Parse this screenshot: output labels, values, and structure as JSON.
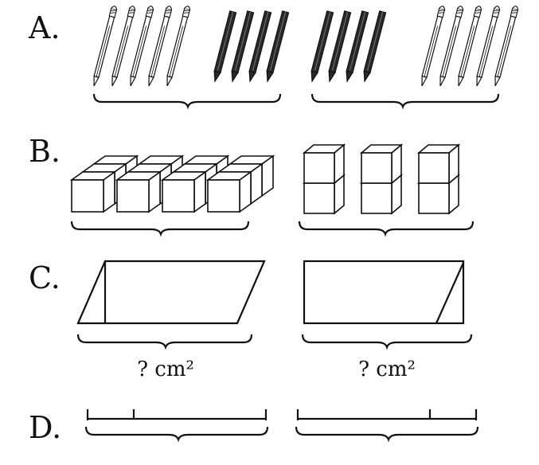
{
  "rows": [
    {
      "id": "A",
      "label": "A."
    },
    {
      "id": "B",
      "label": "B."
    },
    {
      "id": "C",
      "label": "C."
    },
    {
      "id": "D",
      "label": "D."
    }
  ],
  "row_a": {
    "left": {
      "light_pencils": 5,
      "dark_pencils": 4
    },
    "right": {
      "dark_pencils": 4,
      "light_pencils": 5
    }
  },
  "row_b": {
    "left": {
      "stacks": 4,
      "cubes_per_stack": 3
    },
    "right": {
      "stacks": 3,
      "cubes_per_stack": 2
    }
  },
  "row_c": {
    "left_caption": "? cm²",
    "right_caption": "? cm²"
  },
  "colors": {
    "ink": "#111111",
    "paper": "#ffffff",
    "dark_pencil": "#2a2a2a"
  }
}
